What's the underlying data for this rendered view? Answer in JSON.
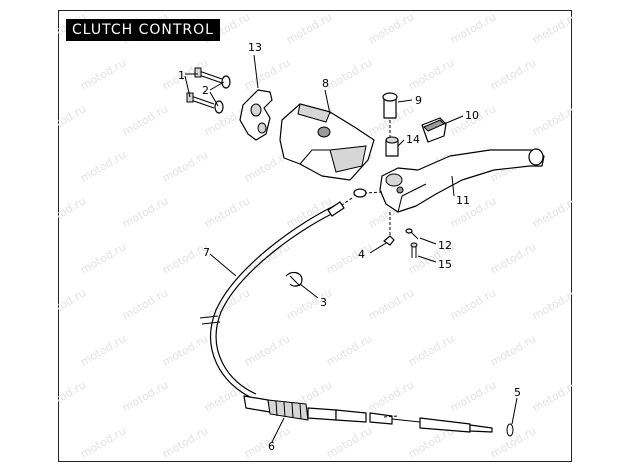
{
  "title": "CLUTCH CONTROL",
  "watermark_text": "motod.ru",
  "callouts": [
    "1",
    "2",
    "3",
    "4",
    "5",
    "6",
    "7",
    "8",
    "9",
    "10",
    "11",
    "12",
    "13",
    "14",
    "15"
  ]
}
